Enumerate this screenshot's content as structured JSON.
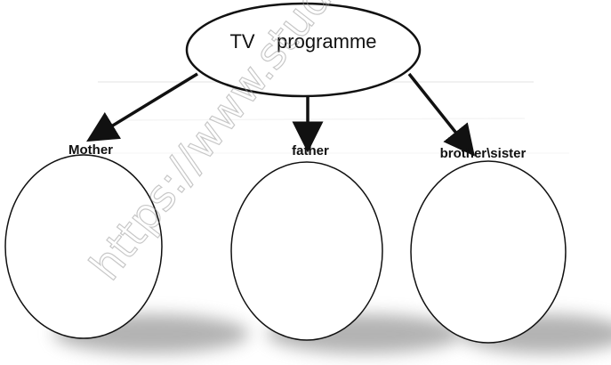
{
  "top_node": {
    "label": "TV    programme"
  },
  "branches": [
    {
      "label": "Mother"
    },
    {
      "label": "father"
    },
    {
      "label": "brother\\sister"
    }
  ],
  "watermark": "https://www.studies"
}
